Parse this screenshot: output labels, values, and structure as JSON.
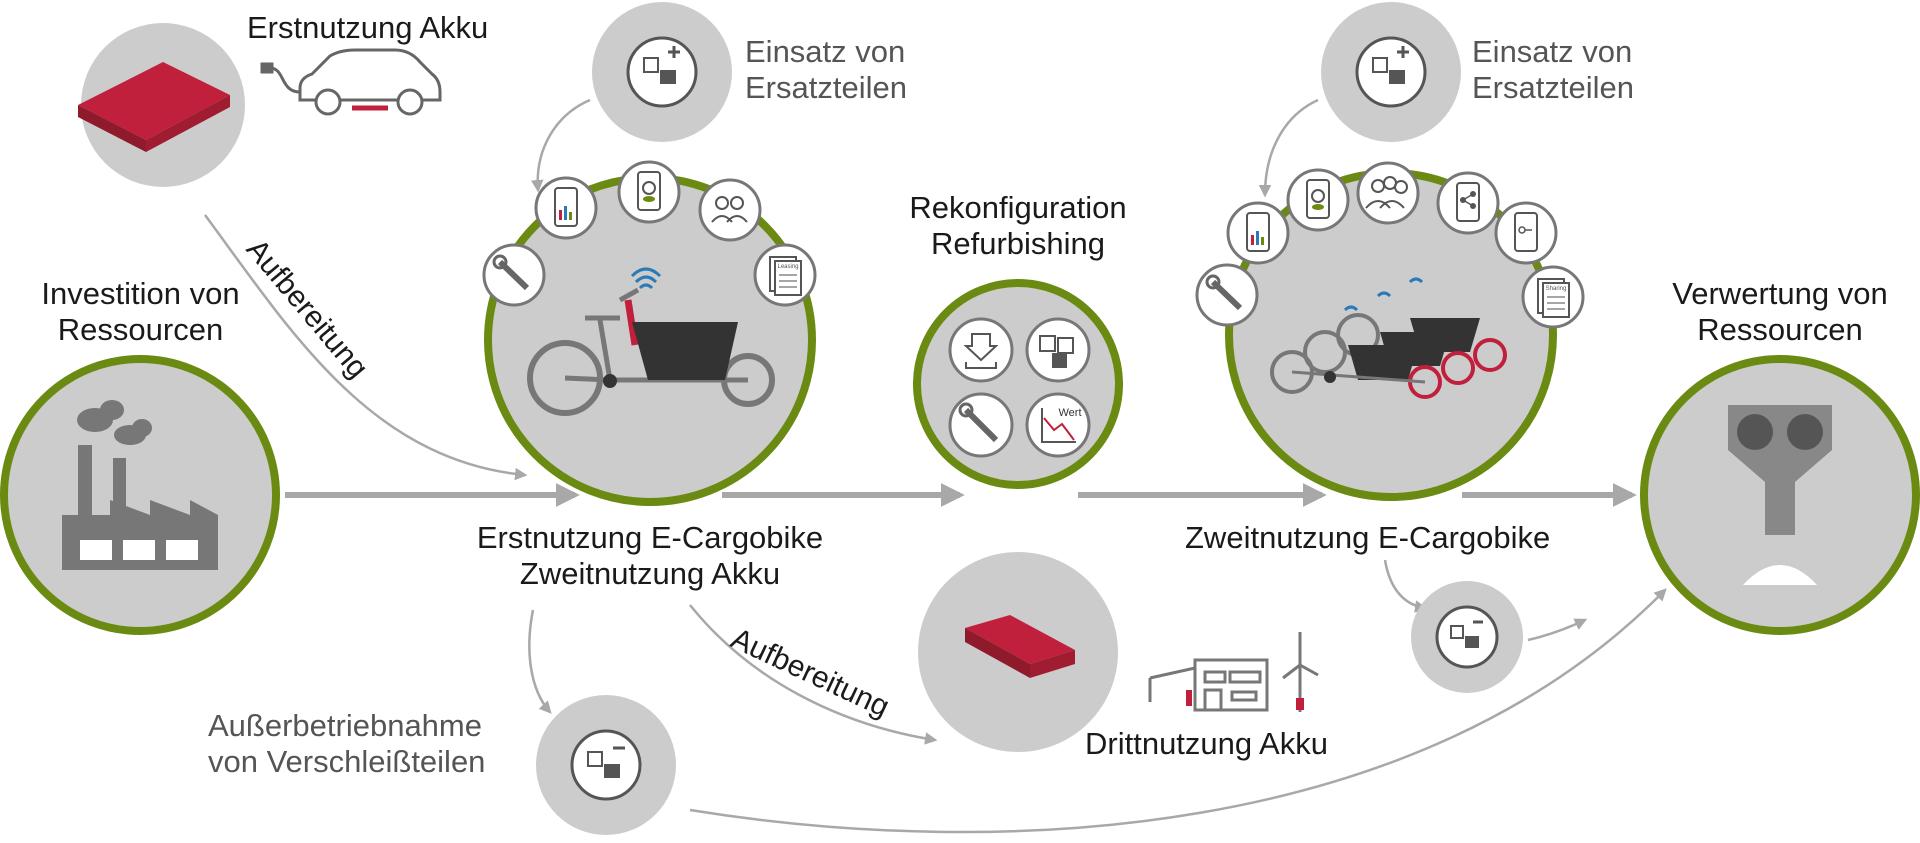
{
  "labels": {
    "erstnutzung_akku": "Erstnutzung Akku",
    "einsatz_1": [
      "Einsatz von",
      "Ersatzteilen"
    ],
    "einsatz_2": [
      "Einsatz von",
      "Ersatzteilen"
    ],
    "investition": [
      "Investition von",
      "Ressourcen"
    ],
    "rekonfiguration": [
      "Rekonfiguration",
      "Refurbishing"
    ],
    "verwertung": [
      "Verwertung von",
      "Ressourcen"
    ],
    "erstnutzung_cargobike": [
      "Erstnutzung E-Cargobike",
      "Zweitnutzung Akku"
    ],
    "zweitnutzung_cargobike": "Zweitnutzung E-Cargobike",
    "ausserbetriebnahme": [
      "Außerbetriebnahme",
      "von Verschleißteilen"
    ],
    "drittnutzung": "Drittnutzung Akku",
    "aufbereitung_1": "Aufbereitung",
    "aufbereitung_2": "Aufbereitung",
    "wert": "Wert",
    "leasing": "Leasing",
    "sharing": "Sharing"
  },
  "colors": {
    "ring_green": "#6b8a12",
    "circle_grey": "#cccccc",
    "battery_red": "#c0203b",
    "arrow_grey": "#a8a8a8",
    "dark": "#333333",
    "signal_blue": "#2a7ab8"
  },
  "icons": [
    "puzzle-plus-icon",
    "puzzle-minus-icon",
    "factory-icon",
    "car-icon",
    "battery-icon",
    "cargobike-icon",
    "wrench-icon",
    "phone-chart-icon",
    "phone-globe-icon",
    "users-icon",
    "document-icon",
    "download-icon",
    "puzzle-swap-icon",
    "value-decline-icon",
    "hopper-icon",
    "house-icon",
    "wind-turbine-icon",
    "share-icon",
    "key-phone-icon"
  ]
}
